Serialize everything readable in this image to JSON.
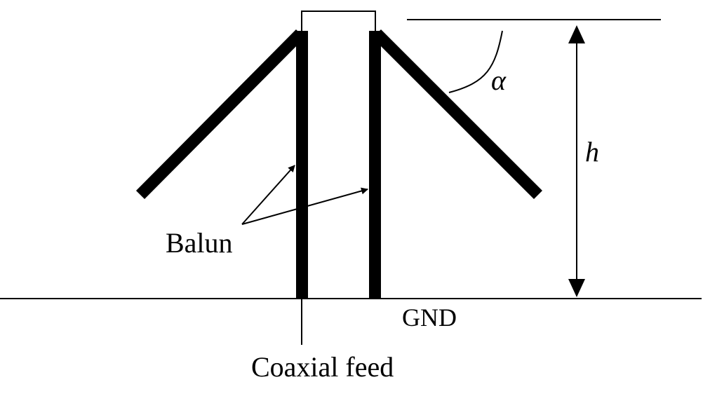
{
  "labels": {
    "alpha": "α",
    "height": "h",
    "balun": "Balun",
    "ground": "GND",
    "feed": "Coaxial feed"
  },
  "colors": {
    "ink": "#000000",
    "background": "#ffffff"
  }
}
